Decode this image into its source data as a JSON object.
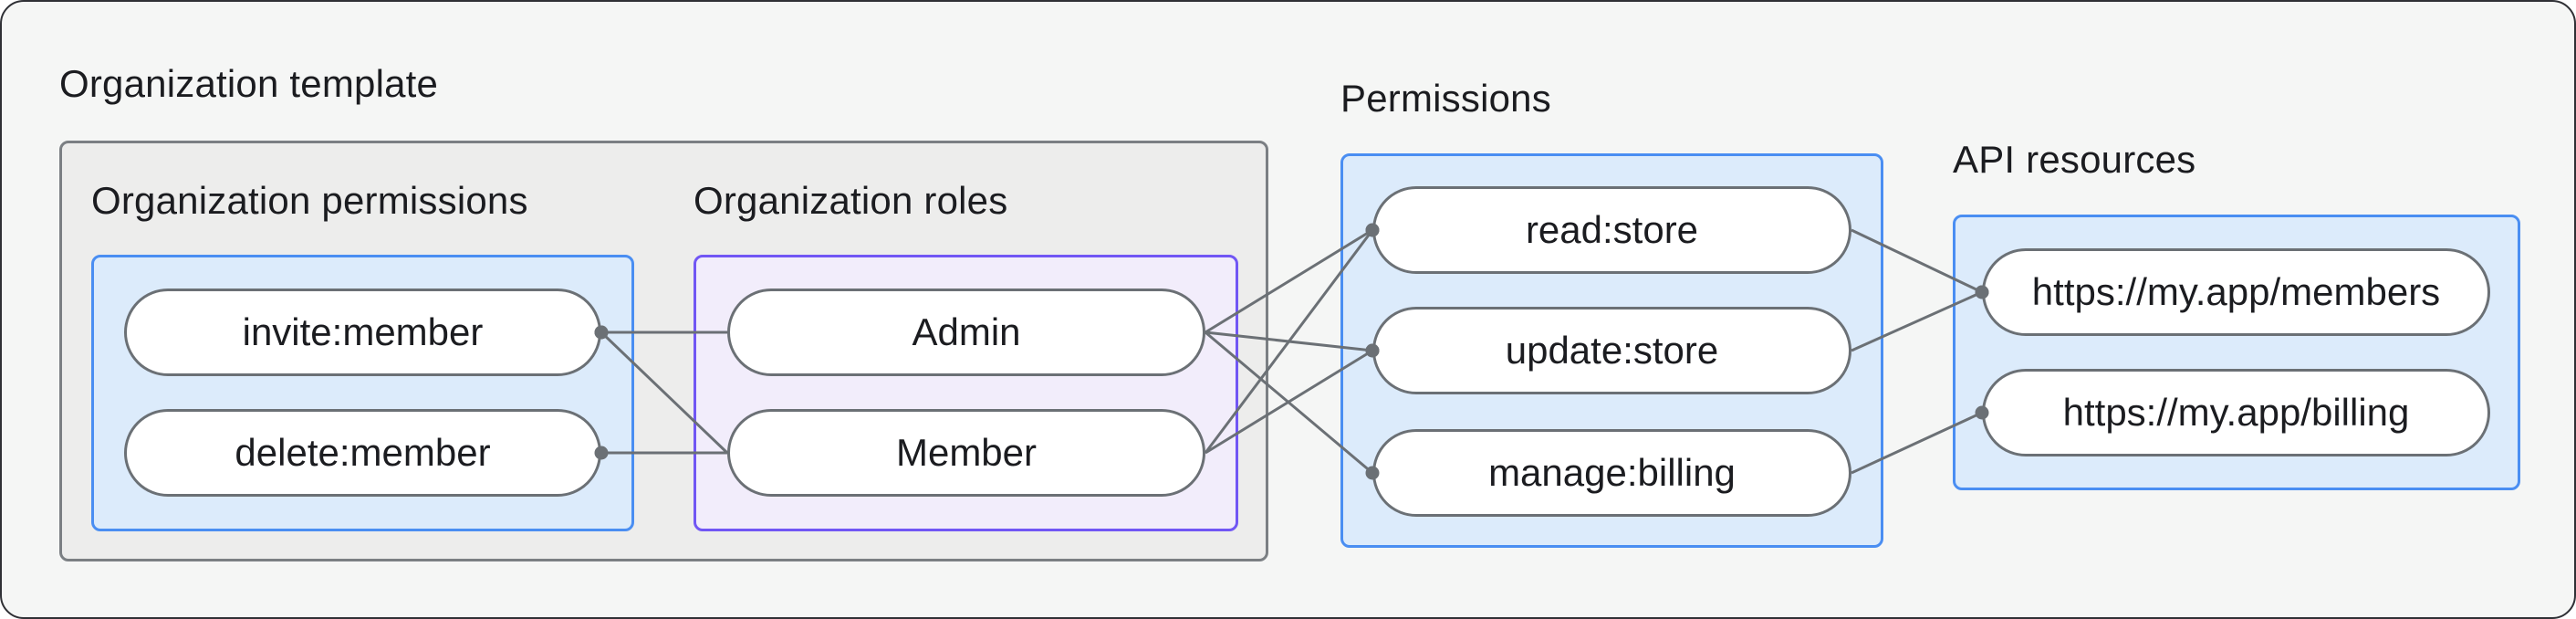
{
  "diagram_title": "Organization template",
  "colors": {
    "background": "#f5f6f5",
    "template_box_fill": "#ededec",
    "template_box_border": "#7b7f83",
    "blue_box_fill": "#dcebfb",
    "blue_box_border": "#4a8ef2",
    "purple_box_fill": "#f2edfb",
    "purple_box_border": "#7156f4",
    "connector_stroke": "#6b7075",
    "pill_fill": "#ffffff",
    "text": "#1b1c20"
  },
  "groups": {
    "template": {
      "label": "Organization template"
    },
    "org_permissions": {
      "label": "Organization permissions"
    },
    "org_roles": {
      "label": "Organization roles"
    },
    "permissions": {
      "label": "Permissions"
    },
    "api_resources": {
      "label": "API resources"
    }
  },
  "nodes": {
    "invite": {
      "label": "invite:member"
    },
    "delete": {
      "label": "delete:member"
    },
    "admin": {
      "label": "Admin"
    },
    "member": {
      "label": "Member"
    },
    "read": {
      "label": "read:store"
    },
    "update": {
      "label": "update:store"
    },
    "manage": {
      "label": "manage:billing"
    },
    "members_api": {
      "label": "https://my.app/members"
    },
    "billing_api": {
      "label": "https://my.app/billing"
    }
  },
  "connections": [
    {
      "from": "invite",
      "to": "admin",
      "dot": "from"
    },
    {
      "from": "invite",
      "to": "member",
      "dot": "from"
    },
    {
      "from": "delete",
      "to": "member",
      "dot": "from"
    },
    {
      "from": "admin",
      "to": "read",
      "dot": "to"
    },
    {
      "from": "admin",
      "to": "update",
      "dot": "to"
    },
    {
      "from": "admin",
      "to": "manage",
      "dot": "to"
    },
    {
      "from": "member",
      "to": "read",
      "dot": "to"
    },
    {
      "from": "member",
      "to": "update",
      "dot": "to"
    },
    {
      "from": "read",
      "to": "members_api",
      "dot": "to"
    },
    {
      "from": "update",
      "to": "members_api",
      "dot": "to"
    },
    {
      "from": "manage",
      "to": "billing_api",
      "dot": "to"
    }
  ],
  "connector": {
    "stroke_width": 3,
    "dot_radius": 7.5
  }
}
